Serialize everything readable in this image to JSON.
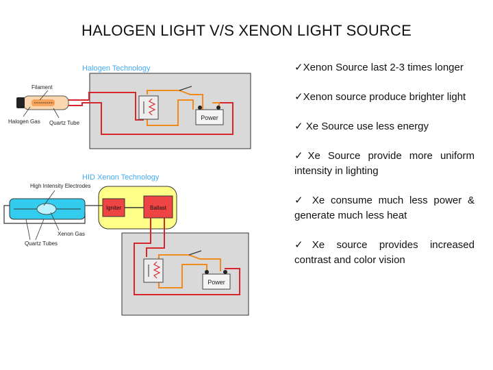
{
  "slide": {
    "title": "HALOGEN LIGHT V/S XENON LIGHT SOURCE"
  },
  "halogen_diagram": {
    "heading": "Halogen Technology",
    "filament_label": "Filament",
    "gas_label": "Halogen Gas",
    "tube_label": "Quartz Tube",
    "power_label": "Power"
  },
  "xenon_diagram": {
    "heading": "HID Xenon Technology",
    "electrodes_label": "High Intensity Electrodes",
    "gas_label": "Xenon Gas",
    "tubes_label": "Quartz Tubes",
    "igniter_label": "Igniter",
    "ballast_label": "Ballast",
    "power_label": "Power"
  },
  "bullets": [
    "✓Xenon Source last 2-3 times longer",
    "✓Xenon source produce brighter light",
    "✓ Xe Source use less energy",
    "✓Xe Source provide more uniform intensity in lighting",
    "✓ Xe consume much less power & generate much less heat",
    "✓Xe source provides increased contrast and color vision"
  ],
  "colors": {
    "panel": "#d9d9d9",
    "wire_red": "#d7262b",
    "wire_orange": "#f08a1c",
    "tube_cyan": "#33ccee",
    "yellow_box": "#ffff88",
    "ballast_red": "#ee4444",
    "heading_blue": "#3fa9f5"
  }
}
